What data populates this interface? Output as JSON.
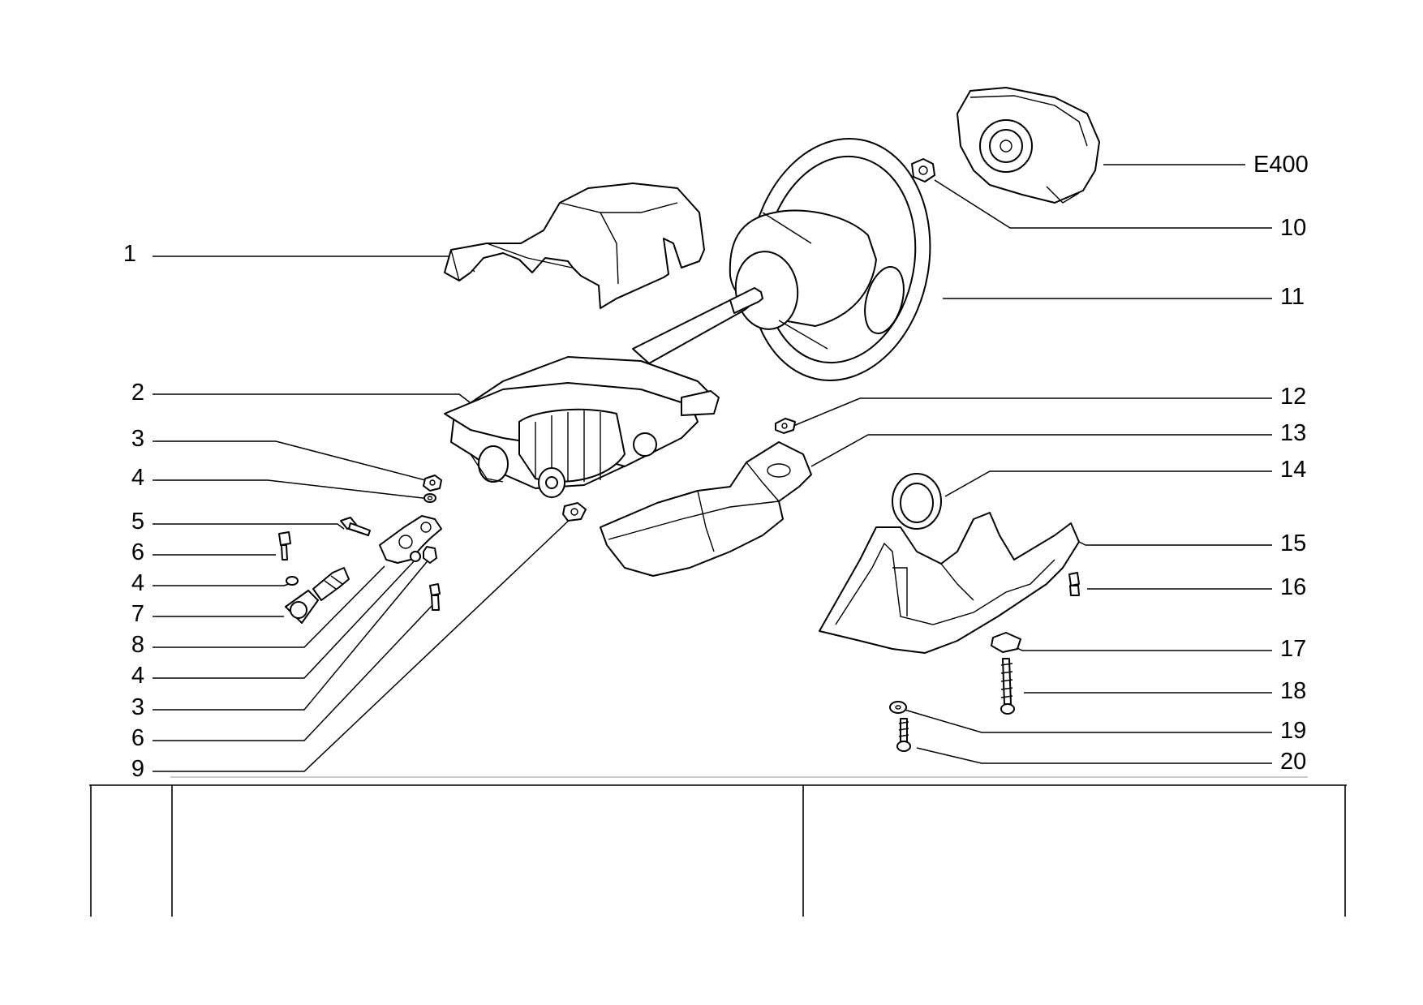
{
  "callouts_left": [
    "1",
    "2",
    "3",
    "4",
    "5",
    "6",
    "4",
    "7",
    "8",
    "4",
    "3",
    "6",
    "9"
  ],
  "callouts_right": [
    "E400",
    "10",
    "11",
    "12",
    "13",
    "14",
    "15",
    "16",
    "17",
    "18",
    "19",
    "20"
  ],
  "parts": [
    {
      "id": "steering-column-upper-cover",
      "label": "1"
    },
    {
      "id": "steering-column-assembly",
      "label": "2"
    },
    {
      "id": "nut",
      "label": "3"
    },
    {
      "id": "washer",
      "label": "4"
    },
    {
      "id": "pinch-bolt",
      "label": "5"
    },
    {
      "id": "bolt",
      "label": "6"
    },
    {
      "id": "universal-joint",
      "label": "7"
    },
    {
      "id": "intermediate-shaft-joint",
      "label": "8"
    },
    {
      "id": "bolt-short",
      "label": "9"
    },
    {
      "id": "wheel-nut",
      "label": "10"
    },
    {
      "id": "steering-wheel",
      "label": "11"
    },
    {
      "id": "clip-nut",
      "label": "12"
    },
    {
      "id": "lower-bracket",
      "label": "13"
    },
    {
      "id": "grommet",
      "label": "14"
    },
    {
      "id": "lower-cover",
      "label": "15"
    },
    {
      "id": "screw",
      "label": "16"
    },
    {
      "id": "clip",
      "label": "17"
    },
    {
      "id": "long-screw",
      "label": "18"
    },
    {
      "id": "washer-flat",
      "label": "19"
    },
    {
      "id": "self-tapping-screw",
      "label": "20"
    },
    {
      "id": "airbag-module",
      "label": "E400"
    }
  ],
  "title_block": {
    "col1": "",
    "col2": "",
    "col3": ""
  }
}
